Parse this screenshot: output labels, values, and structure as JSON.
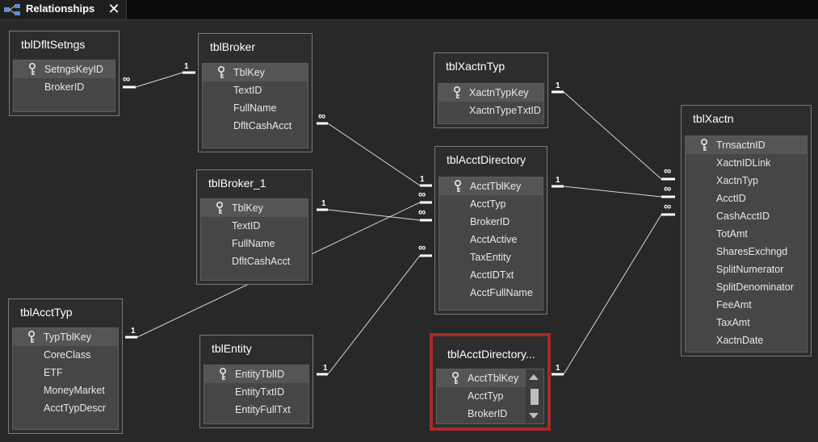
{
  "tab": {
    "label": "Relationships",
    "close_glyph": "✕",
    "icon": "relationships-icon"
  },
  "tables": {
    "tblDfltSetngs": {
      "title": "tblDfltSetngs",
      "fields": [
        "SetngsKeyID",
        "BrokerID"
      ]
    },
    "tblBroker": {
      "title": "tblBroker",
      "fields": [
        "TblKey",
        "TextID",
        "FullName",
        "DfltCashAcct"
      ]
    },
    "tblBroker_1": {
      "title": "tblBroker_1",
      "fields": [
        "TblKey",
        "TextID",
        "FullName",
        "DfltCashAcct"
      ]
    },
    "tblAcctTyp": {
      "title": "tblAcctTyp",
      "fields": [
        "TypTblKey",
        "CoreClass",
        "ETF",
        "MoneyMarket",
        "AcctTypDescr"
      ]
    },
    "tblEntity": {
      "title": "tblEntity",
      "fields": [
        "EntityTblID",
        "EntityTxtID",
        "EntityFullTxt"
      ]
    },
    "tblXactnTyp": {
      "title": "tblXactnTyp",
      "fields": [
        "XactnTypKey",
        "XactnTypeTxtID"
      ]
    },
    "tblAcctDirectory": {
      "title": "tblAcctDirectory",
      "fields": [
        "AcctTblKey",
        "AcctTyp",
        "BrokerID",
        "AcctActive",
        "TaxEntity",
        "AcctIDTxt",
        "AcctFullName"
      ]
    },
    "tblAcctDirectory_1": {
      "title": "tblAcctDirectory...",
      "fields": [
        "AcctTblKey",
        "AcctTyp",
        "BrokerID"
      ]
    },
    "tblXactn": {
      "title": "tblXactn",
      "fields": [
        "TrnsactnID",
        "XactnIDLink",
        "XactnTyp",
        "AcctID",
        "CashAcctID",
        "TotAmt",
        "SharesExchngd",
        "SplitNumerator",
        "SplitDenominator",
        "FeeAmt",
        "TaxAmt",
        "XactnDate"
      ]
    }
  },
  "labels": {
    "one": "1",
    "many": "∞"
  },
  "colors": {
    "background": "#282828",
    "selected_border": "#a52a2a",
    "line": "#d8d8d8"
  }
}
